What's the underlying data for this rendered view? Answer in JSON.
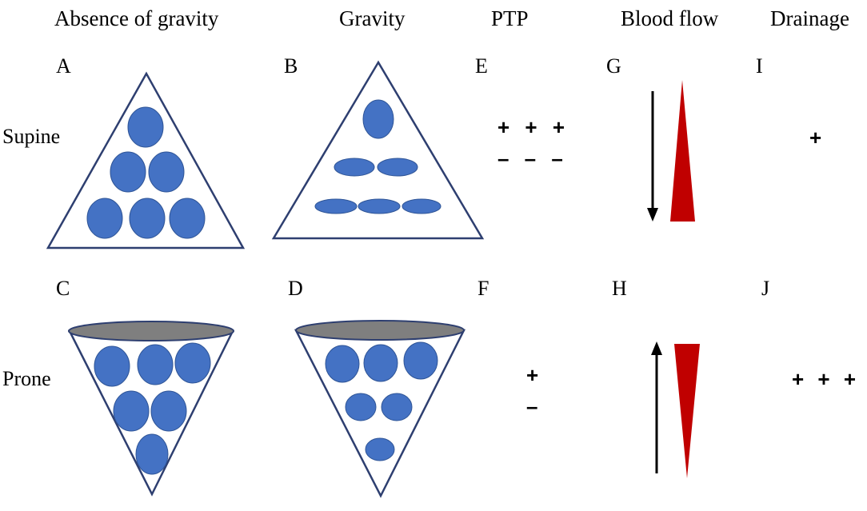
{
  "headers": {
    "absence_of_gravity": "Absence of gravity",
    "gravity": "Gravity",
    "ptp": "PTP",
    "blood_flow": "Blood flow",
    "drainage": "Drainage"
  },
  "rows": {
    "supine": "Supine",
    "prone": "Prone"
  },
  "panels": {
    "A": "A",
    "B": "B",
    "C": "C",
    "D": "D",
    "E": "E",
    "F": "F",
    "G": "G",
    "H": "H",
    "I": "I",
    "J": "J"
  },
  "ptp": {
    "supine_plus": "+ + +",
    "supine_minus": "– – –",
    "prone_plus": "+",
    "prone_minus": "–"
  },
  "drainage": {
    "supine": "+",
    "prone": "+ + +"
  },
  "colors": {
    "alveolus_fill": "#4472c4",
    "alveolus_stroke": "#2f5597",
    "outline": "#2e3f70",
    "base_ellipse": "#7f7f7f",
    "flow_wedge": "#c00000",
    "arrow": "#000000"
  }
}
